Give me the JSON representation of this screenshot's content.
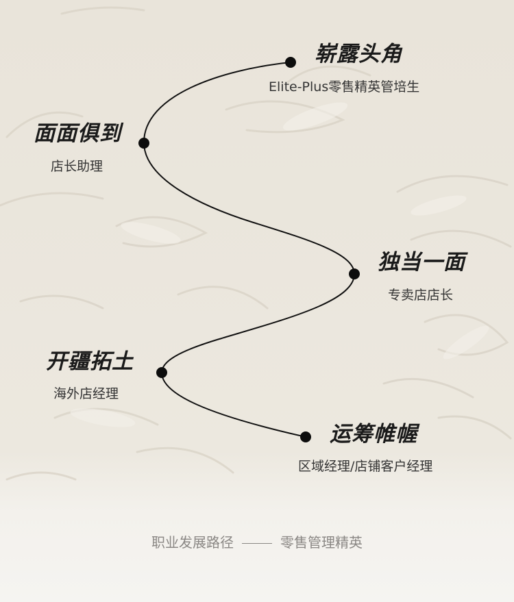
{
  "stages": [
    {
      "title": "崭露头角",
      "subtitle": "Elite-Plus零售精英管培生"
    },
    {
      "title": "面面俱到",
      "subtitle": "店长助理"
    },
    {
      "title": "独当一面",
      "subtitle": "专卖店店长"
    },
    {
      "title": "开疆拓土",
      "subtitle": "海外店经理"
    },
    {
      "title": "运筹帷幄",
      "subtitle": "区域经理/店铺客户经理"
    }
  ],
  "footer": {
    "left": "职业发展路径",
    "right": "零售管理精英"
  },
  "colors": {
    "background": "#ece8df",
    "line": "#111111",
    "footer_text": "#8a8784"
  }
}
